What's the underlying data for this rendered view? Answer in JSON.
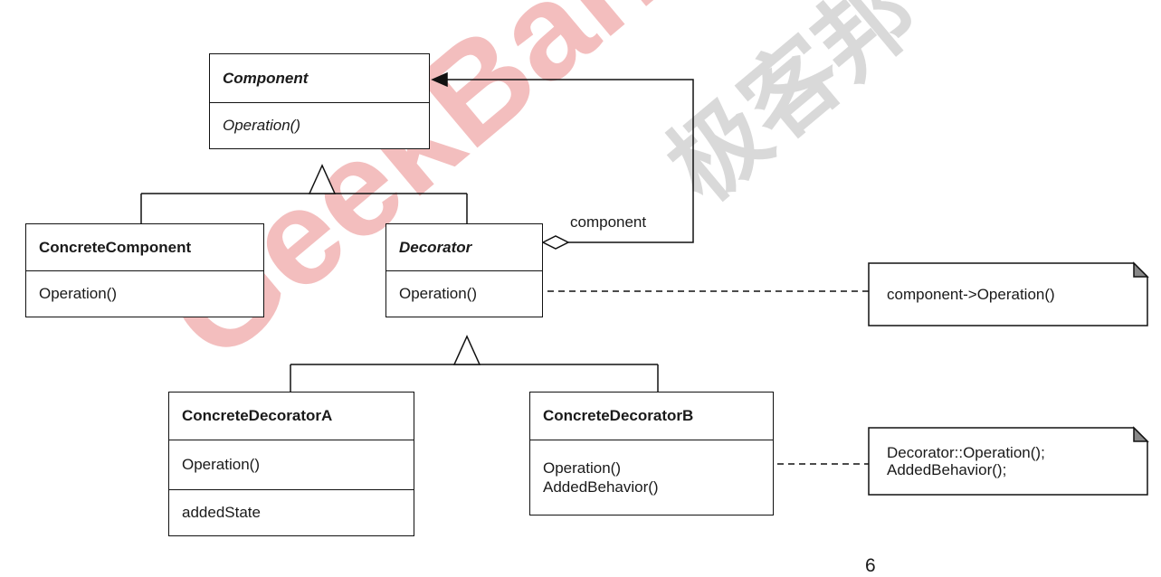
{
  "classes": {
    "component": {
      "name": "Component",
      "op": "Operation()"
    },
    "concrete_component": {
      "name": "ConcreteComponent",
      "op": "Operation()"
    },
    "decorator": {
      "name": "Decorator",
      "op": "Operation()"
    },
    "concrete_decorator_a": {
      "name": "ConcreteDecoratorA",
      "op": "Operation()",
      "state": "addedState"
    },
    "concrete_decorator_b": {
      "name": "ConcreteDecoratorB",
      "op": "Operation()",
      "op2": "AddedBehavior()"
    }
  },
  "association_label": "component",
  "notes": {
    "decorator_note": [
      "component->Operation()"
    ],
    "decorator_b_note": [
      "Decorator::Operation();",
      "AddedBehavior();"
    ]
  },
  "watermark": {
    "latin": "GeekBang",
    "cjk": "极客邦"
  },
  "page_number": "6"
}
